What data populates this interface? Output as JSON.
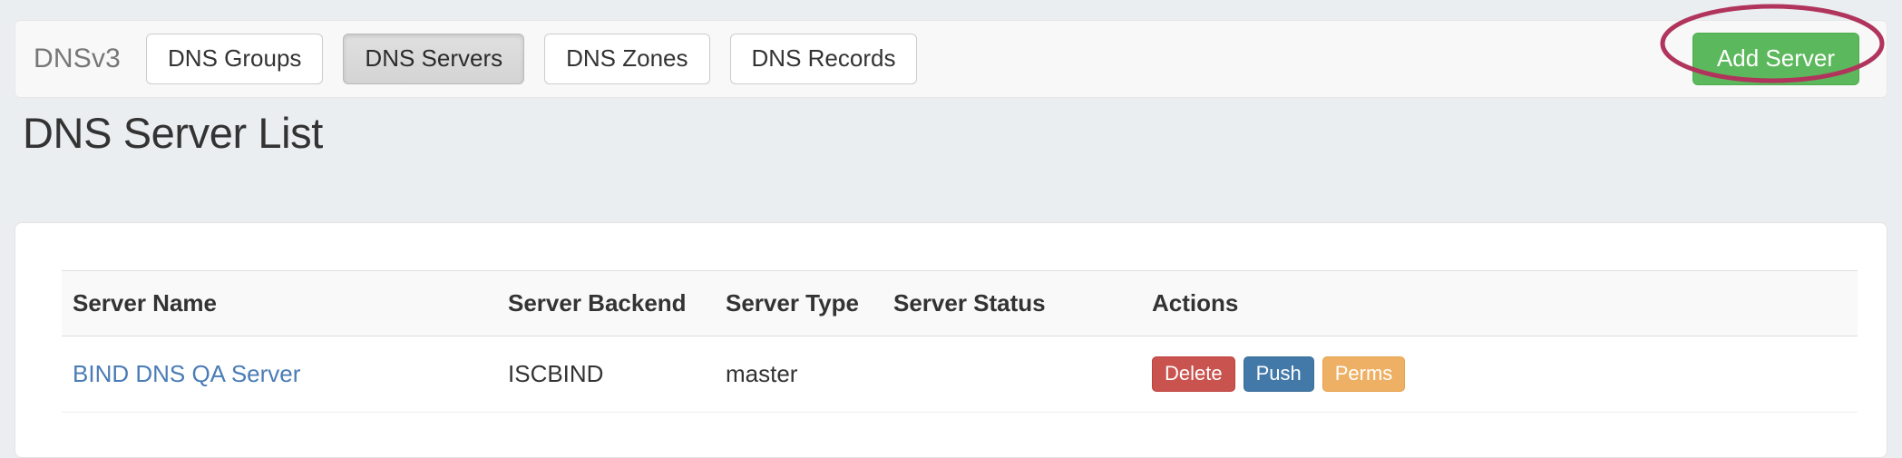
{
  "navbar": {
    "brand": "DNSv3",
    "tabs": [
      {
        "label": "DNS Groups",
        "active": false
      },
      {
        "label": "DNS Servers",
        "active": true
      },
      {
        "label": "DNS Zones",
        "active": false
      },
      {
        "label": "DNS Records",
        "active": false
      }
    ],
    "add_button_label": "Add Server",
    "add_button_color": "#5cb85c"
  },
  "annotation": {
    "shape": "ellipse",
    "color": "#a8days",
    "stroke_color": "#b0345c",
    "target": "Add Server"
  },
  "page": {
    "title": "DNS Server List",
    "background_color": "#eaeef1"
  },
  "table": {
    "columns": [
      "Server Name",
      "Server Backend",
      "Server Type",
      "Server Status",
      "Actions"
    ],
    "rows": [
      {
        "server_name": "BIND DNS QA Server",
        "server_backend": "ISCBIND",
        "server_type": "master",
        "server_status": "",
        "actions": [
          {
            "label": "Delete",
            "color": "#c9534f"
          },
          {
            "label": "Push",
            "color": "#4279a8"
          },
          {
            "label": "Perms",
            "color": "#eeb064"
          }
        ]
      }
    ]
  }
}
